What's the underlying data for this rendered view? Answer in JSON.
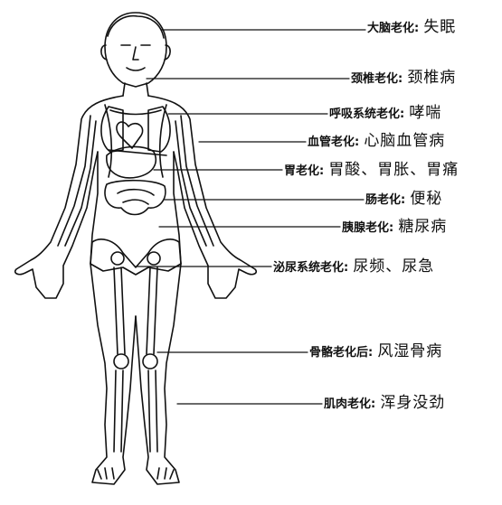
{
  "colors": {
    "ink": "#111111",
    "background": "#ffffff"
  },
  "annotations": [
    {
      "key": "大脑老化",
      "sep": ":",
      "value": "失眠"
    },
    {
      "key": "颈椎老化",
      "sep": ":",
      "value": "颈椎病"
    },
    {
      "key": "呼吸系统老化",
      "sep": ":",
      "value": "哮喘"
    },
    {
      "key": "血管老化",
      "sep": ":",
      "value": "心脑血管病"
    },
    {
      "key": "胃老化",
      "sep": ":",
      "value": "胃酸、胃胀、胃痛"
    },
    {
      "key": "肠老化",
      "sep": ":",
      "value": "便秘"
    },
    {
      "key": "胰腺老化",
      "sep": ":",
      "value": "糖尿病"
    },
    {
      "key": "泌尿系统老化",
      "sep": ":",
      "value": "尿频、尿急"
    },
    {
      "key": "骨骼老化后",
      "sep": ":",
      "value": "风湿骨病"
    },
    {
      "key": "肌肉老化",
      "sep": ":",
      "value": "浑身没劲"
    }
  ]
}
